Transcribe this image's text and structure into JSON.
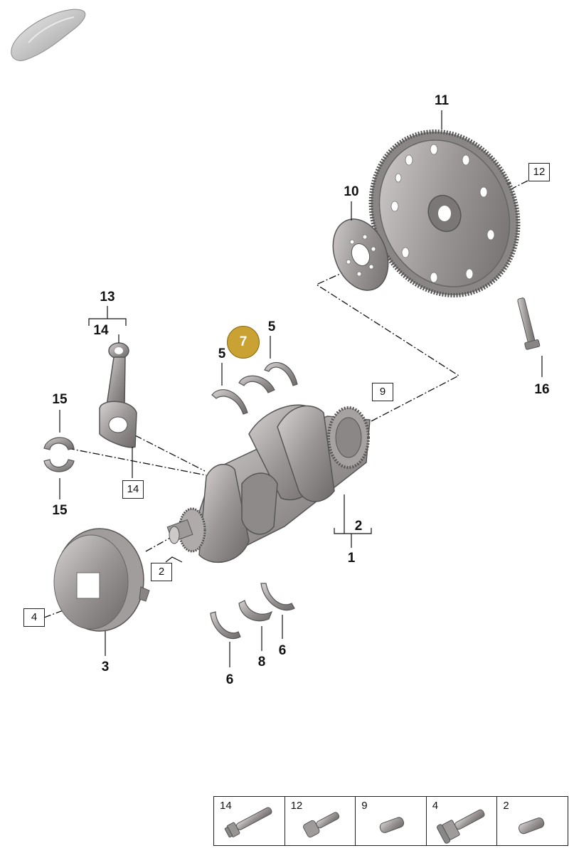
{
  "diagram": {
    "callouts": [
      "11",
      "10",
      "13",
      "14",
      "15",
      "15",
      "5",
      "5",
      "2",
      "1",
      "3",
      "6",
      "8",
      "6",
      "16"
    ],
    "boxed_refs": [
      "12",
      "9",
      "14",
      "2",
      "4"
    ],
    "highlighted": "7"
  },
  "legend": {
    "cells": [
      {
        "num": "14",
        "icon": "collared-bolt-long-icon"
      },
      {
        "num": "12",
        "icon": "socket-head-bolt-icon"
      },
      {
        "num": "9",
        "icon": "dowel-pin-icon"
      },
      {
        "num": "4",
        "icon": "hex-flange-bolt-icon"
      },
      {
        "num": "2",
        "icon": "dowel-pin-icon"
      }
    ]
  },
  "colors": {
    "highlight": "#c9a233",
    "metal": "#9b9696",
    "metal_dark": "#6e6969",
    "metal_light": "#cfcaca",
    "line": "#111111"
  }
}
